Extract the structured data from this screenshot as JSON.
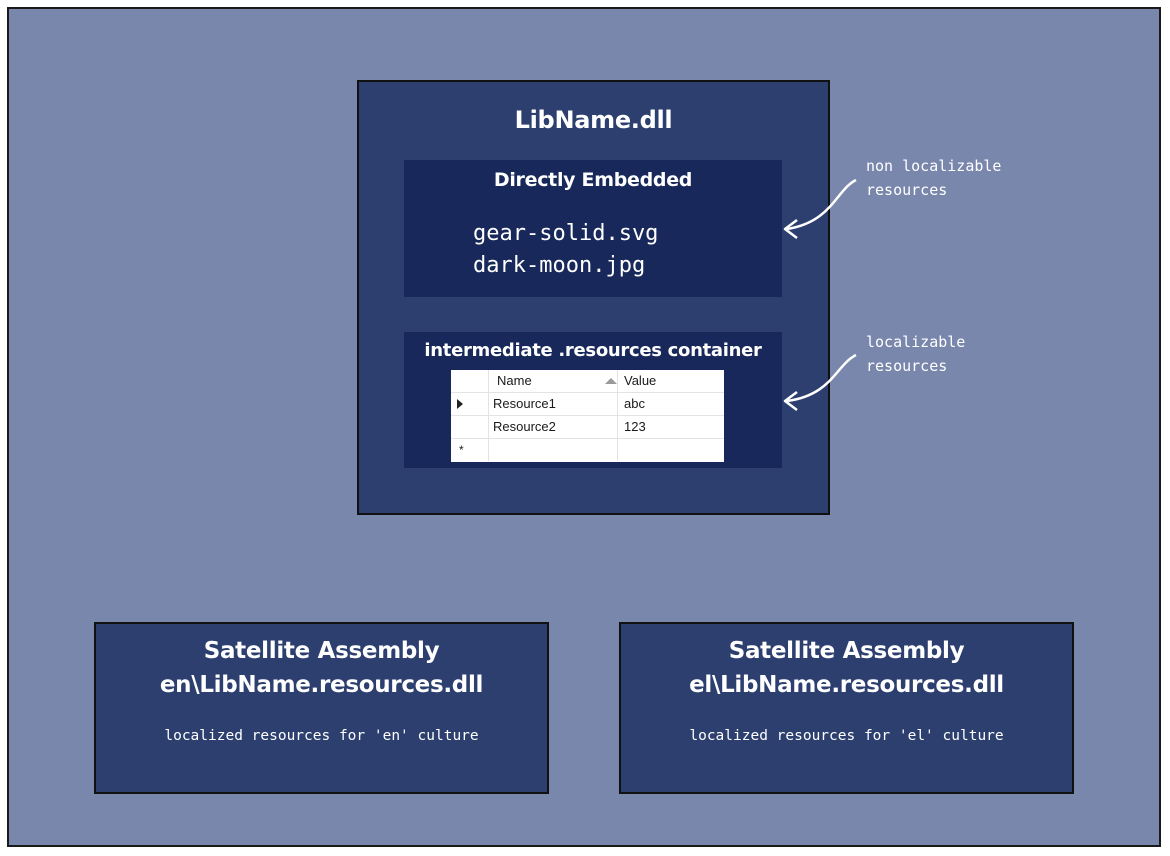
{
  "main_assembly": {
    "title": "LibName.dll"
  },
  "embedded": {
    "title": "Directly Embedded",
    "files": [
      "gear-solid.svg",
      "dark-moon.jpg"
    ]
  },
  "resources_container": {
    "title": "intermediate .resources container",
    "columns": [
      "Name",
      "Value"
    ],
    "rows": [
      {
        "name": "Resource1",
        "value": "abc"
      },
      {
        "name": "Resource2",
        "value": "123"
      }
    ],
    "new_row_marker": "*"
  },
  "notes": {
    "non_localizable": [
      "non localizable",
      "resources"
    ],
    "localizable": [
      "localizable",
      "resources"
    ]
  },
  "satellites": [
    {
      "title_line1": "Satellite Assembly",
      "title_line2": "en\\LibName.resources.dll",
      "description": "localized resources for 'en' culture"
    },
    {
      "title_line1": "Satellite Assembly",
      "title_line2": "el\\LibName.resources.dll",
      "description": "localized resources for 'el' culture"
    }
  ],
  "colors": {
    "background": "#7a87ad",
    "box": "#2c3f6f",
    "inner_box": "#18285a",
    "text": "#ffffff"
  }
}
